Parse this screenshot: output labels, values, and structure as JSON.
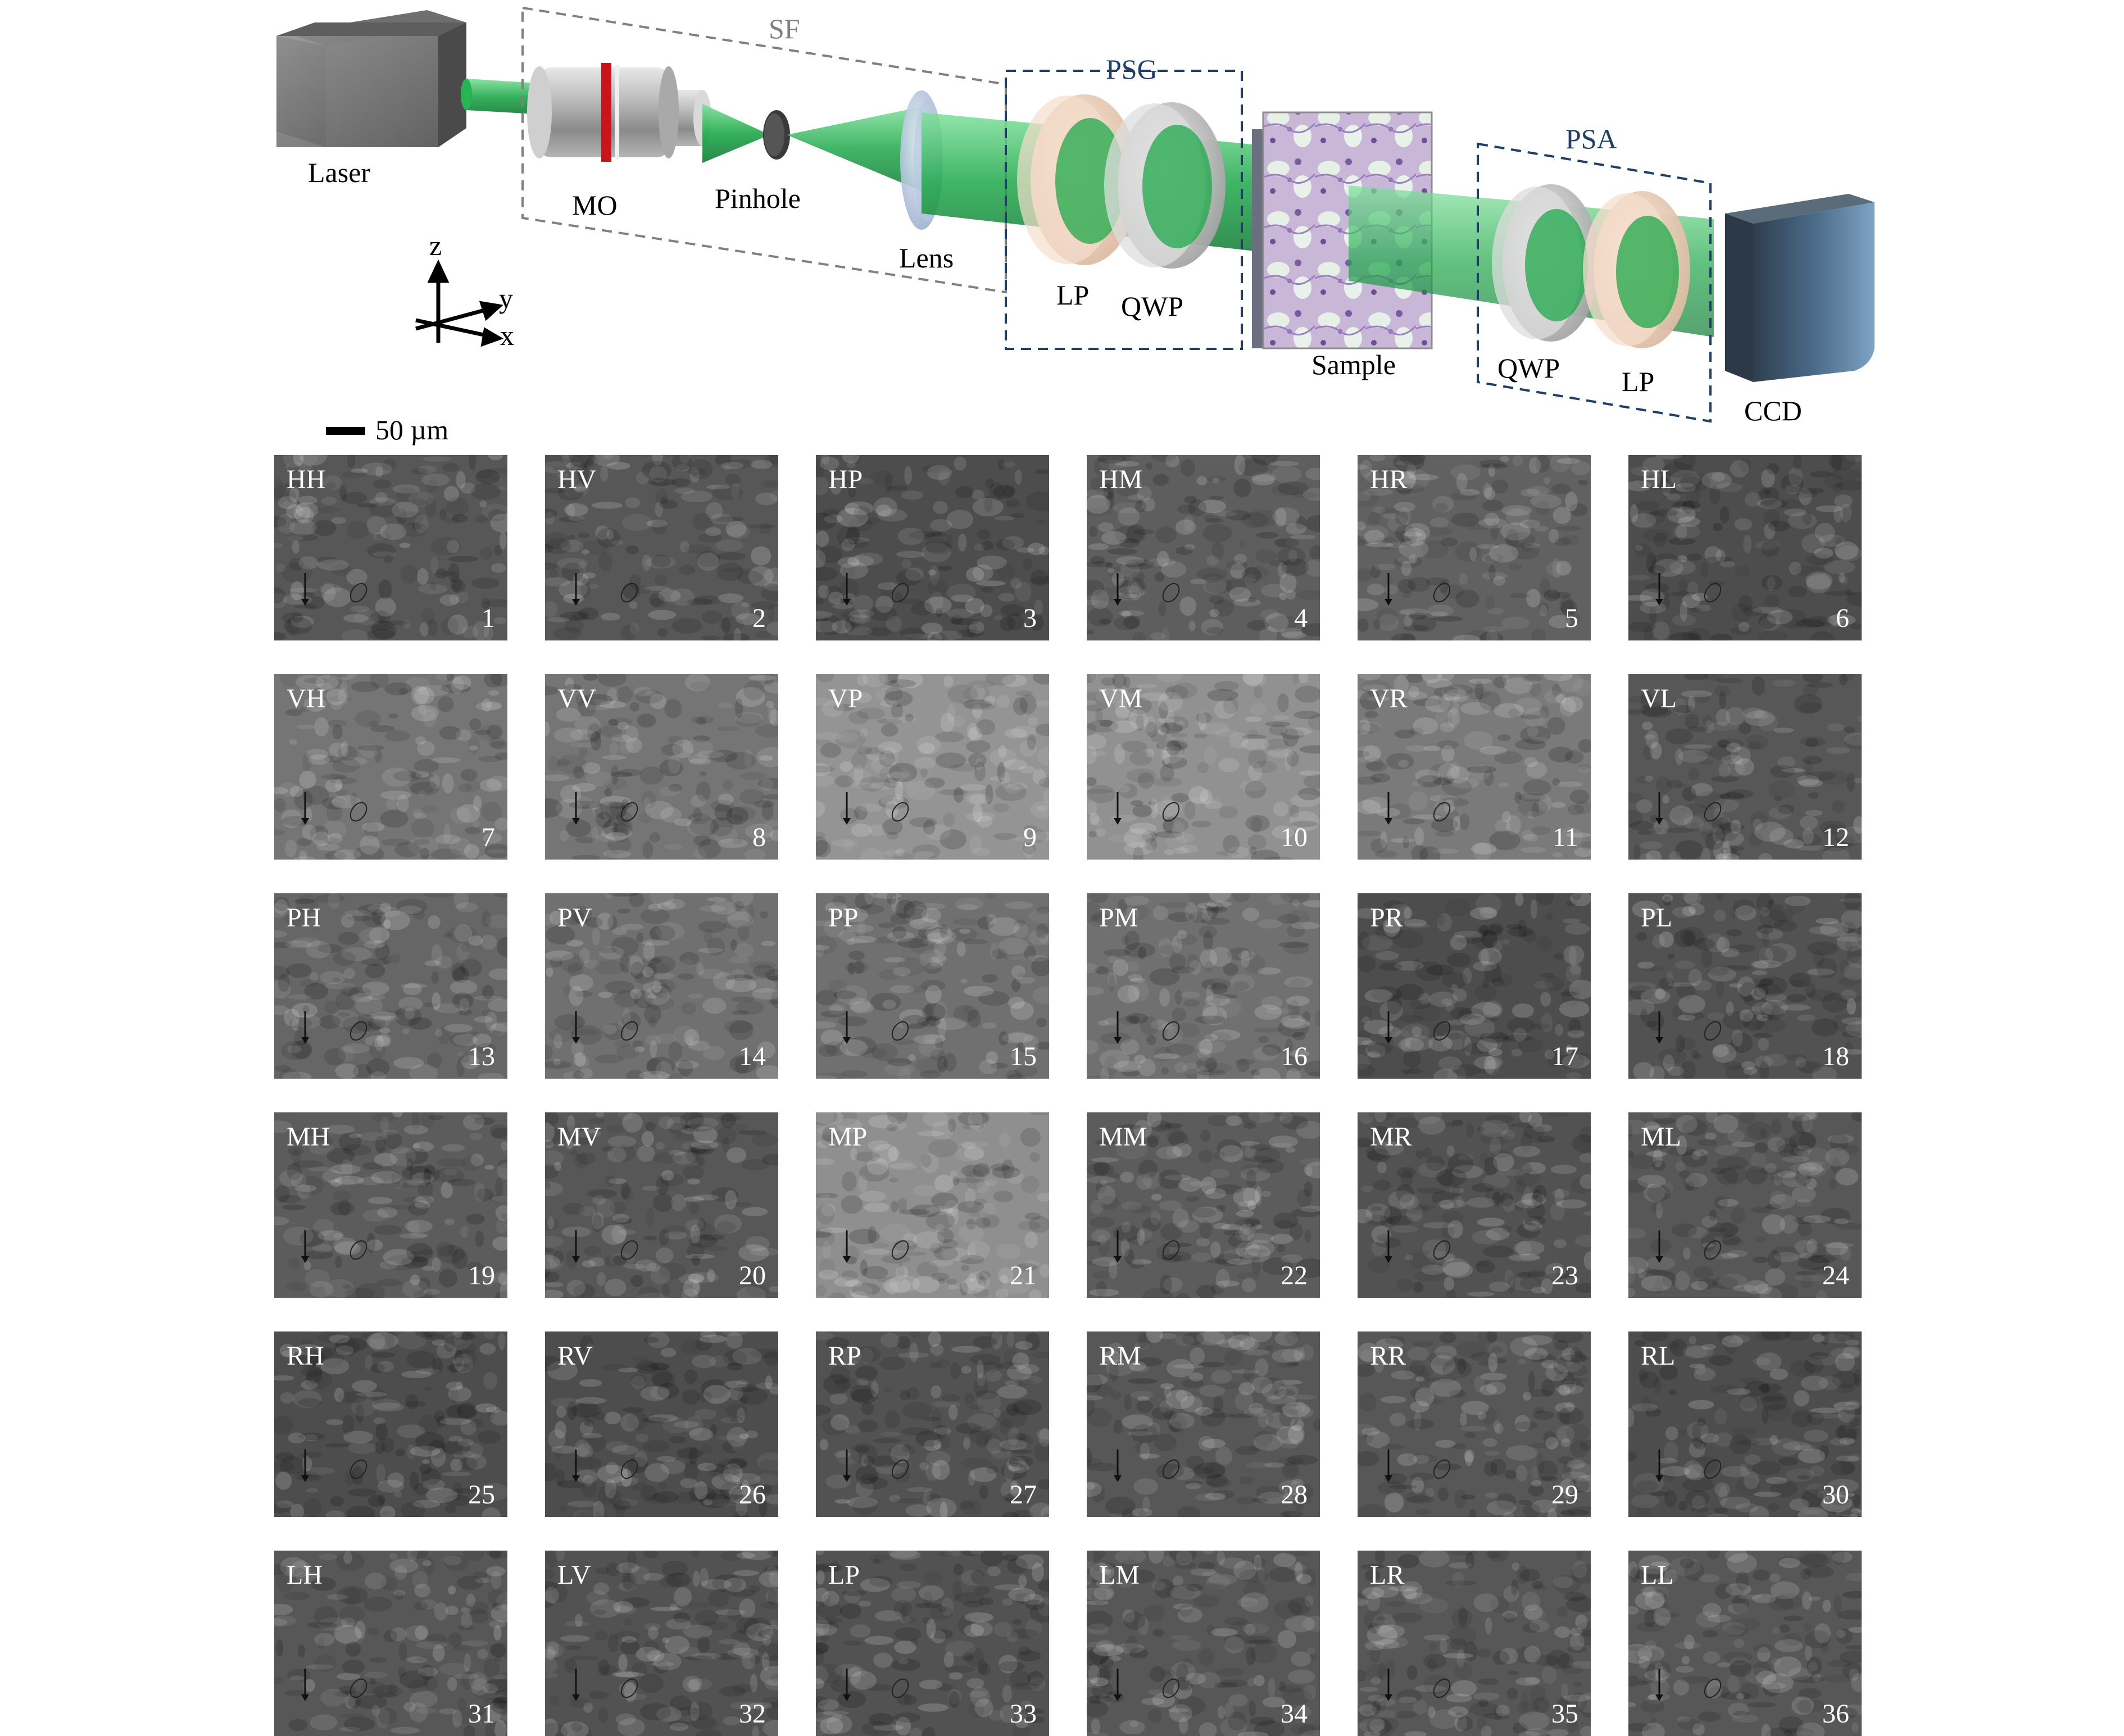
{
  "setup": {
    "components": {
      "laser": "Laser",
      "mo": "MO",
      "pinhole": "Pinhole",
      "lens": "Lens",
      "psg_lp": "LP",
      "psg_qwp": "QWP",
      "sample": "Sample",
      "psa_qwp": "QWP",
      "psa_lp": "LP",
      "ccd": "CCD"
    },
    "groups": {
      "sf": "SF",
      "psg": "PSG",
      "psa": "PSA"
    },
    "axes": {
      "z": "z",
      "y": "y",
      "x": "x"
    },
    "colors": {
      "beam": "#1fa84a",
      "sf_box": "#808080",
      "psg_box": "#1f3f66",
      "psa_box": "#1f3f66",
      "ring": "#c8151b"
    }
  },
  "scale_bar": {
    "label": "50 µm"
  },
  "images": [
    {
      "code": "HH",
      "num": "1",
      "level": 0.34
    },
    {
      "code": "HV",
      "num": "2",
      "level": 0.34
    },
    {
      "code": "HP",
      "num": "3",
      "level": 0.3
    },
    {
      "code": "HM",
      "num": "4",
      "level": 0.37
    },
    {
      "code": "HR",
      "num": "5",
      "level": 0.38
    },
    {
      "code": "HL",
      "num": "6",
      "level": 0.3
    },
    {
      "code": "VH",
      "num": "7",
      "level": 0.46
    },
    {
      "code": "VV",
      "num": "8",
      "level": 0.46
    },
    {
      "code": "VP",
      "num": "9",
      "level": 0.58
    },
    {
      "code": "VM",
      "num": "10",
      "level": 0.57
    },
    {
      "code": "VR",
      "num": "11",
      "level": 0.48
    },
    {
      "code": "VL",
      "num": "12",
      "level": 0.34
    },
    {
      "code": "PH",
      "num": "13",
      "level": 0.4
    },
    {
      "code": "PV",
      "num": "14",
      "level": 0.44
    },
    {
      "code": "PP",
      "num": "15",
      "level": 0.44
    },
    {
      "code": "PM",
      "num": "16",
      "level": 0.44
    },
    {
      "code": "PR",
      "num": "17",
      "level": 0.3
    },
    {
      "code": "PL",
      "num": "18",
      "level": 0.32
    },
    {
      "code": "MH",
      "num": "19",
      "level": 0.36
    },
    {
      "code": "MV",
      "num": "20",
      "level": 0.34
    },
    {
      "code": "MP",
      "num": "21",
      "level": 0.56
    },
    {
      "code": "MM",
      "num": "22",
      "level": 0.36
    },
    {
      "code": "MR",
      "num": "23",
      "level": 0.32
    },
    {
      "code": "ML",
      "num": "24",
      "level": 0.34
    },
    {
      "code": "RH",
      "num": "25",
      "level": 0.3
    },
    {
      "code": "RV",
      "num": "26",
      "level": 0.3
    },
    {
      "code": "RP",
      "num": "27",
      "level": 0.32
    },
    {
      "code": "RM",
      "num": "28",
      "level": 0.34
    },
    {
      "code": "RR",
      "num": "29",
      "level": 0.34
    },
    {
      "code": "RL",
      "num": "30",
      "level": 0.3
    },
    {
      "code": "LH",
      "num": "31",
      "level": 0.34
    },
    {
      "code": "LV",
      "num": "32",
      "level": 0.32
    },
    {
      "code": "LP",
      "num": "33",
      "level": 0.32
    },
    {
      "code": "LM",
      "num": "34",
      "level": 0.34
    },
    {
      "code": "LR",
      "num": "35",
      "level": 0.34
    },
    {
      "code": "LL",
      "num": "36",
      "level": 0.34
    }
  ]
}
